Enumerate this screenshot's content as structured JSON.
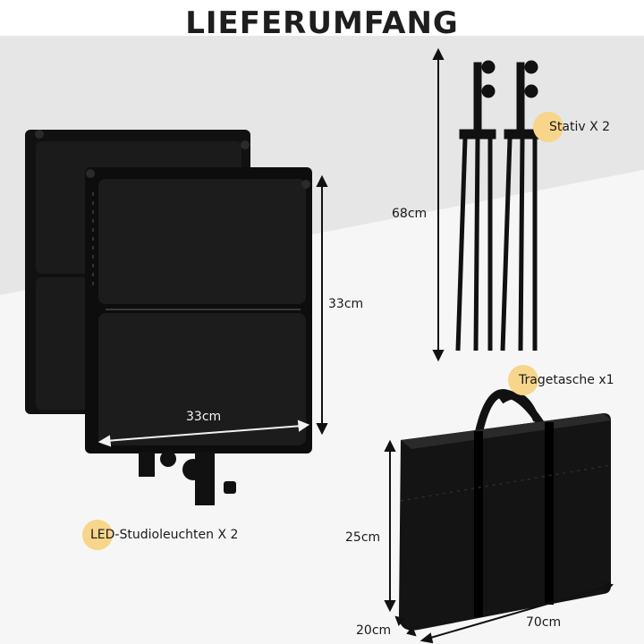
{
  "title": "LIEFERUMFANG",
  "items": {
    "stand": "Stativ X 2",
    "bag": "Tragetasche x1",
    "light": "LED-Studioleuchten X 2"
  },
  "dimensions": {
    "stand_height": "68cm",
    "panel_height": "33cm",
    "panel_width": "33cm",
    "bag_height": "25cm",
    "bag_depth": "20cm",
    "bag_width": "70cm"
  },
  "colors": {
    "accent_dot": "#f7d58a",
    "product": "#141414",
    "background_light": "#ffffff",
    "background_band": "#e6e6e6"
  }
}
